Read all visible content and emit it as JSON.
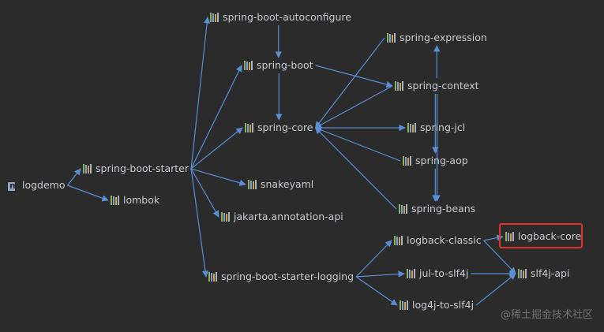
{
  "colors": {
    "background": "#2b2b2b",
    "edge": "#5a8fd6",
    "text": "#c8ccd1",
    "highlight": "#e0332c"
  },
  "nodes": {
    "logdemo": {
      "label": "logdemo",
      "icon": "module-icon"
    },
    "starter": {
      "label": "spring-boot-starter",
      "icon": "library-icon"
    },
    "lombok": {
      "label": "lombok",
      "icon": "library-icon"
    },
    "autoconfigure": {
      "label": "spring-boot-autoconfigure",
      "icon": "library-icon"
    },
    "boot": {
      "label": "spring-boot",
      "icon": "library-icon"
    },
    "core": {
      "label": "spring-core",
      "icon": "library-icon"
    },
    "snakeyaml": {
      "label": "snakeyaml",
      "icon": "library-icon"
    },
    "jakarta": {
      "label": "jakarta.annotation-api",
      "icon": "library-icon"
    },
    "logging": {
      "label": "spring-boot-starter-logging",
      "icon": "library-icon"
    },
    "expression": {
      "label": "spring-expression",
      "icon": "library-icon"
    },
    "context": {
      "label": "spring-context",
      "icon": "library-icon"
    },
    "jcl": {
      "label": "spring-jcl",
      "icon": "library-icon"
    },
    "aop": {
      "label": "spring-aop",
      "icon": "library-icon"
    },
    "beans": {
      "label": "spring-beans",
      "icon": "library-icon"
    },
    "classic": {
      "label": "logback-classic",
      "icon": "library-icon"
    },
    "jul": {
      "label": "jul-to-slf4j",
      "icon": "library-icon"
    },
    "log4j": {
      "label": "log4j-to-slf4j",
      "icon": "library-icon"
    },
    "logbackcore": {
      "label": "logback-core",
      "icon": "library-icon"
    },
    "slf4j": {
      "label": "slf4j-api",
      "icon": "library-icon"
    }
  },
  "edges": [
    [
      "logdemo",
      "starter"
    ],
    [
      "logdemo",
      "lombok"
    ],
    [
      "starter",
      "autoconfigure"
    ],
    [
      "starter",
      "boot"
    ],
    [
      "starter",
      "core"
    ],
    [
      "starter",
      "snakeyaml"
    ],
    [
      "starter",
      "jakarta"
    ],
    [
      "starter",
      "logging"
    ],
    [
      "autoconfigure",
      "boot"
    ],
    [
      "boot",
      "core"
    ],
    [
      "boot",
      "context"
    ],
    [
      "context",
      "expression"
    ],
    [
      "context",
      "core"
    ],
    [
      "context",
      "aop"
    ],
    [
      "context",
      "beans"
    ],
    [
      "core",
      "jcl"
    ],
    [
      "expression",
      "core"
    ],
    [
      "aop",
      "core"
    ],
    [
      "aop",
      "beans"
    ],
    [
      "beans",
      "core"
    ],
    [
      "logging",
      "classic"
    ],
    [
      "logging",
      "jul"
    ],
    [
      "logging",
      "log4j"
    ],
    [
      "classic",
      "logbackcore"
    ],
    [
      "classic",
      "slf4j"
    ],
    [
      "jul",
      "slf4j"
    ],
    [
      "log4j",
      "slf4j"
    ]
  ],
  "highlighted": "logbackcore",
  "watermark": "@稀土掘金技术社区"
}
